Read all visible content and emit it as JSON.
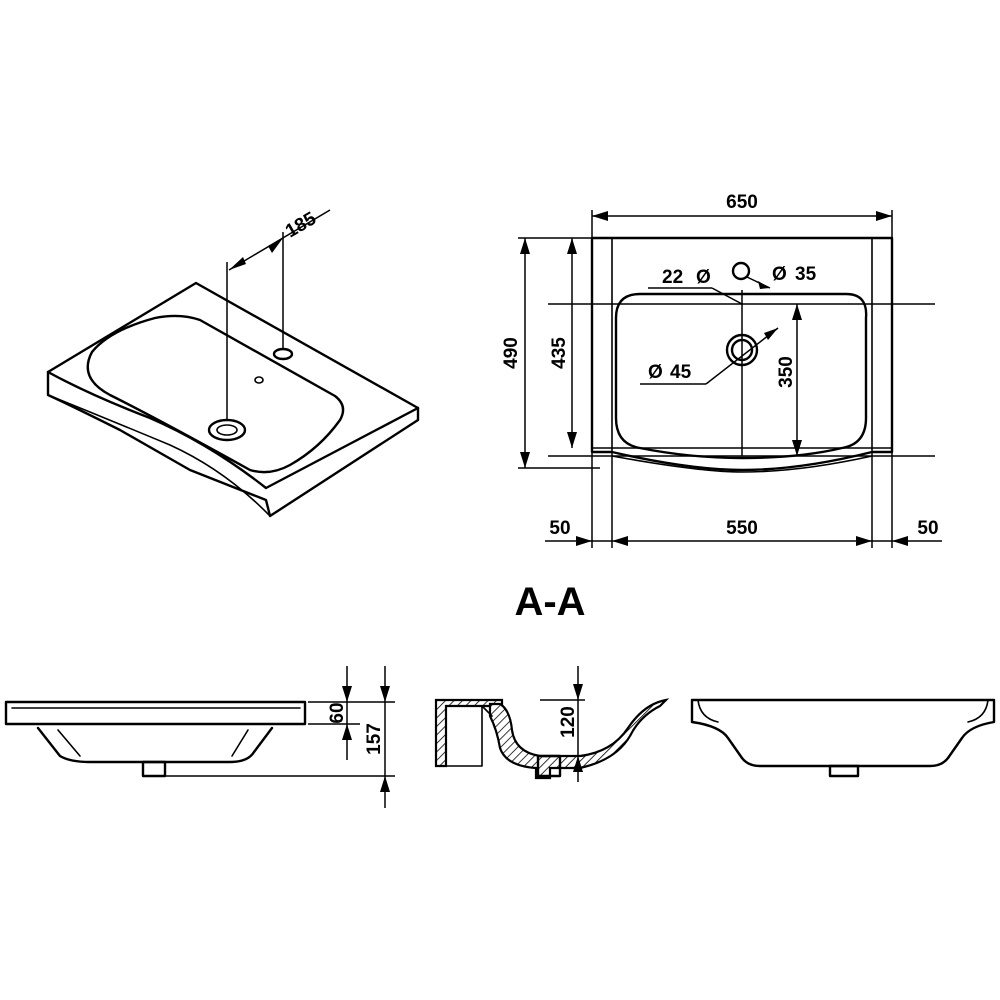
{
  "drawing": {
    "section_label": "A-A",
    "colors": {
      "line": "#000000",
      "background": "#ffffff"
    }
  },
  "isometric_view": {
    "dim_tap_offset": "185"
  },
  "top_view": {
    "dim_overall_width": "650",
    "dim_overall_depth": "490",
    "dim_inner_depth": "435",
    "dim_bowl_depth": "350",
    "dim_left_rim": "50",
    "dim_bowl_width": "550",
    "dim_right_rim": "50",
    "dim_overflow_dia": "22",
    "dim_tap_hole_dia": "35",
    "dim_drain_dia": "45",
    "dia_symbol": "Ø"
  },
  "side_view": {
    "dim_rim_height": "60",
    "dim_total_height": "157"
  },
  "section_view": {
    "dim_bowl_height": "120"
  }
}
